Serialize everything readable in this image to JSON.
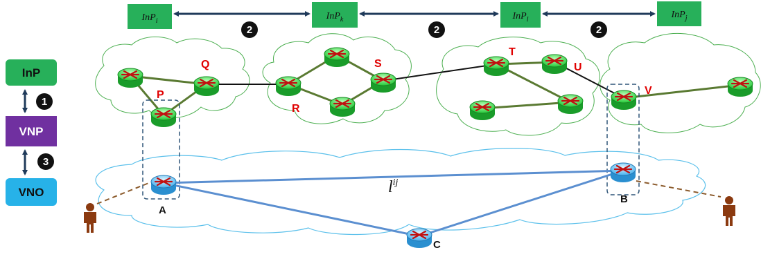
{
  "colors": {
    "inp_box": "#27b05a",
    "vnp_box": "#7030a0",
    "vno_box": "#27b2e8",
    "green_link": "#5a7a32",
    "blue_link": "#5b8fd0",
    "cloud_green": "#4caf50",
    "cloud_blue": "#5bc0eb",
    "node_label": "#e00000",
    "person": "#8b3a10",
    "dashed_link": "#8b5a2b"
  },
  "legend": {
    "inp": "InP",
    "vnp": "VNP",
    "vno": "VNO",
    "step1": "1",
    "step3": "3"
  },
  "providers": {
    "i": {
      "base": "InP",
      "sub": "i"
    },
    "k": {
      "base": "InP",
      "sub": "k"
    },
    "l": {
      "base": "InP",
      "sub": "l"
    },
    "j": {
      "base": "InP",
      "sub": "j"
    }
  },
  "step2": "2",
  "nodes": {
    "P": "P",
    "Q": "Q",
    "R": "R",
    "S": "S",
    "T": "T",
    "U": "U",
    "V": "V",
    "A": "A",
    "B": "B",
    "C": "C"
  },
  "virtual_link": {
    "base": "l",
    "sup": "ij"
  },
  "icons": {
    "router": "router-icon",
    "person": "person-icon",
    "cloud": "cloud-shape"
  }
}
